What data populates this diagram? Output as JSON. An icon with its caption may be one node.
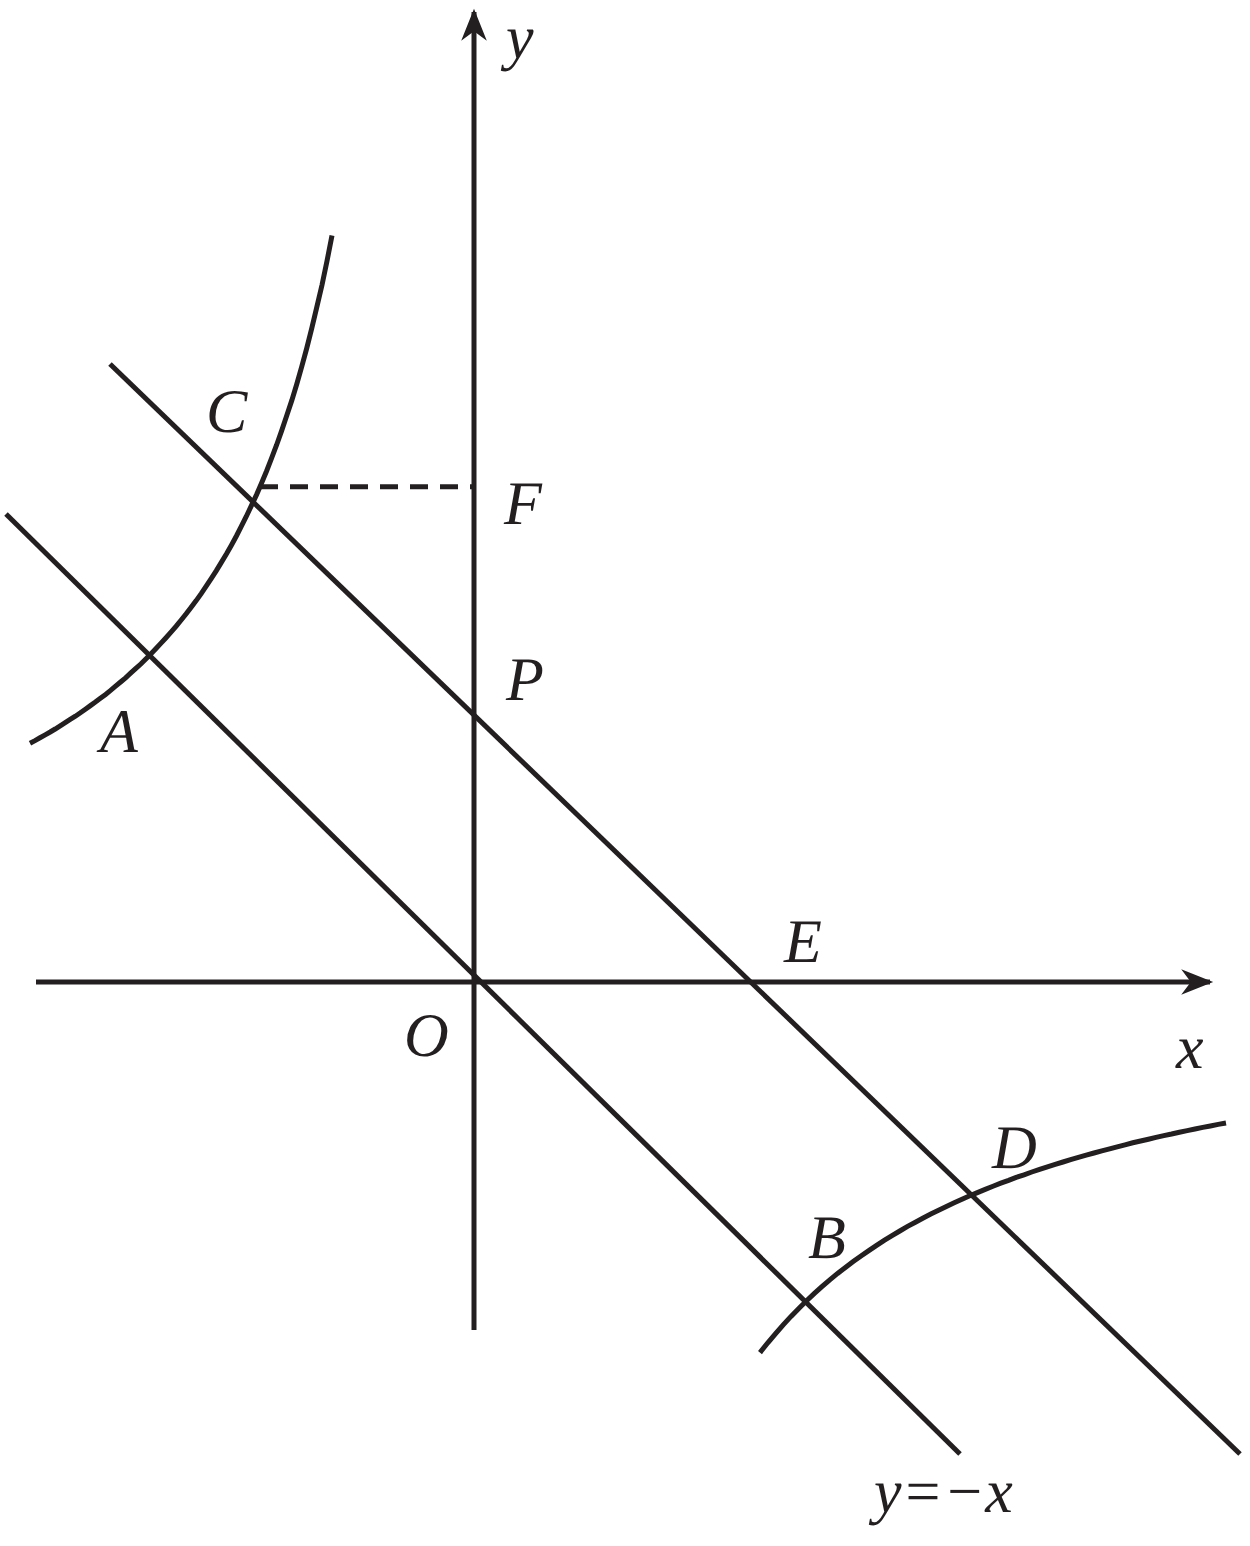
{
  "diagram": {
    "labels": [
      "y",
      "C",
      "F",
      "P",
      "A",
      "E",
      "O",
      "x",
      "D",
      "B",
      "y=−x"
    ]
  }
}
